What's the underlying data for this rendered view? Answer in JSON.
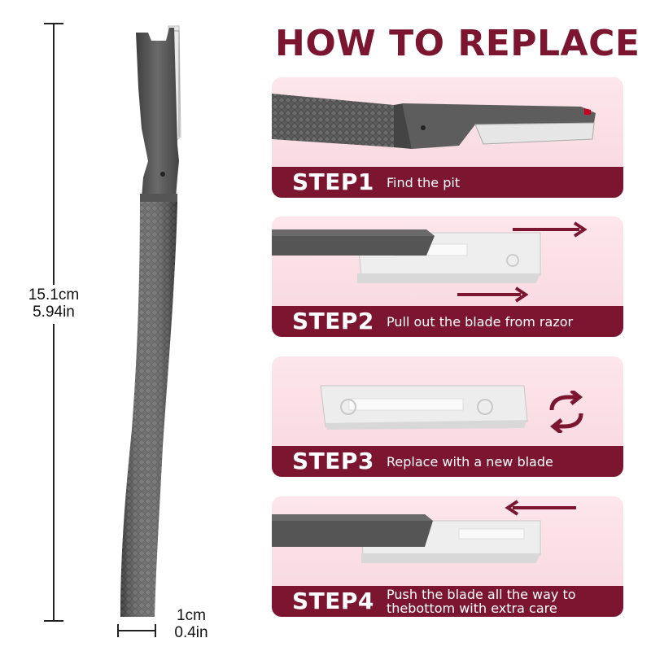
{
  "header": {
    "title": "HOW TO REPLACE"
  },
  "dimensions": {
    "length_cm": "15.1cm",
    "length_in": "5.94in",
    "width_cm": "1cm",
    "width_in": "0.4in"
  },
  "steps": [
    {
      "label": "STEP1",
      "text": "Find the pit"
    },
    {
      "label": "STEP2",
      "text": "Pull out the blade from razor"
    },
    {
      "label": "STEP3",
      "text": "Replace with a new blade"
    },
    {
      "label": "STEP4",
      "text": "Push the blade all the way to thebottom with extra care"
    }
  ],
  "colors": {
    "accent": "#7b1530",
    "card_bg": "#fbe1e8",
    "handle": "#5e5e5e"
  },
  "icons": [
    "arrow-right-icon",
    "arrow-left-icon",
    "swap-cycle-icon"
  ]
}
